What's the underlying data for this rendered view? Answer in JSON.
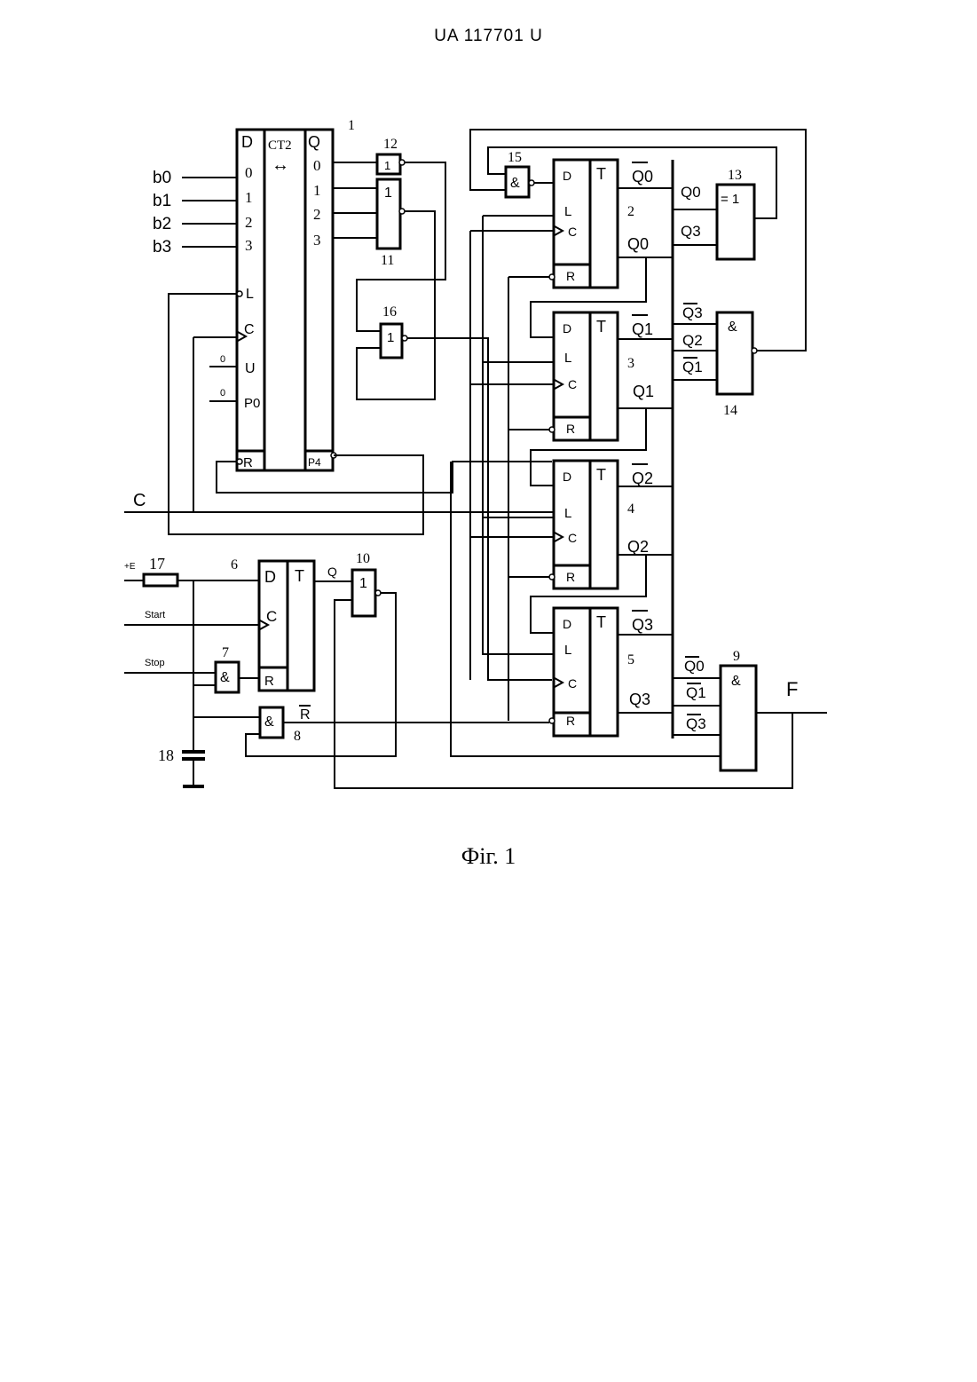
{
  "header": {
    "patent": "UA 117701 U"
  },
  "caption": "Фіг. 1",
  "counter": {
    "id": "1",
    "d_label": "D",
    "ct_label": "CT2",
    "q_label": "Q",
    "arrow": "↔",
    "d_inputs": [
      "0",
      "1",
      "2",
      "3"
    ],
    "q_outputs": [
      "0",
      "1",
      "2",
      "3"
    ],
    "L": "L",
    "C": "C",
    "U": "U",
    "P0": "P0",
    "R": "R",
    "P4": "P4",
    "zero": "0"
  },
  "inputs": [
    "b0",
    "b1",
    "b2",
    "b3"
  ],
  "clock_label": "C",
  "triggers": [
    {
      "id": "2",
      "qbar": "Q0",
      "q": "Q0"
    },
    {
      "id": "3",
      "qbar": "Q1",
      "q": "Q1"
    },
    {
      "id": "4",
      "qbar": "Q2",
      "q": "Q2"
    },
    {
      "id": "5",
      "qbar": "Q3",
      "q": "Q3"
    }
  ],
  "trig_pins": {
    "D": "D",
    "T": "T",
    "L": "L",
    "C": "C",
    "R": "R"
  },
  "gates": {
    "g12": {
      "id": "12",
      "op": "1"
    },
    "g11": {
      "id": "11",
      "op": "1"
    },
    "g16": {
      "id": "16",
      "op": "1"
    },
    "g15": {
      "id": "15",
      "op": "&"
    },
    "g13": {
      "id": "13",
      "op": "= 1",
      "in1": "Q0",
      "in2": "Q3"
    },
    "g14": {
      "id": "14",
      "op": "&",
      "in1": "Q3",
      "in2": "Q2",
      "in3": "Q1"
    },
    "g9": {
      "id": "9",
      "op": "&",
      "in1": "Q0",
      "in2": "Q1",
      "in3": "Q3"
    },
    "g10": {
      "id": "10",
      "op": "1"
    },
    "g7": {
      "id": "7",
      "op": "&"
    },
    "g8": {
      "id": "8",
      "op": "&",
      "out": "R"
    }
  },
  "trigger6": {
    "id": "6",
    "D": "D",
    "T": "T",
    "C": "C",
    "R": "R",
    "q": "Q"
  },
  "power": {
    "label": "+E",
    "resistor": "17",
    "cap": "18"
  },
  "signals": {
    "start": "Start",
    "stop": "Stop",
    "out": "F"
  }
}
